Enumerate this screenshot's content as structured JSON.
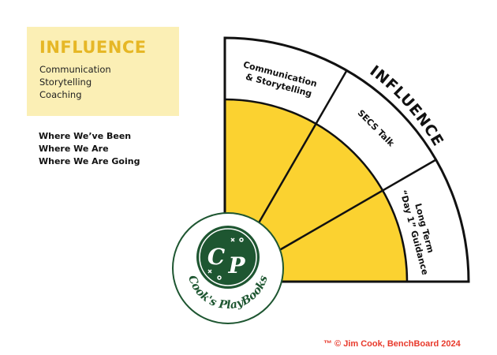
{
  "infobox": {
    "title": "INFLUENCE",
    "items": [
      "Communication",
      "Storytelling",
      "Coaching"
    ]
  },
  "timeline": [
    "Where We’ve Been",
    "Where We Are",
    "Where We Are Going"
  ],
  "diagram": {
    "arc_label": "INFLUENCE",
    "segments": [
      {
        "lines": [
          "Communication",
          "& Storytelling"
        ]
      },
      {
        "lines": [
          "SECS Talk"
        ]
      },
      {
        "lines": [
          "Long Term",
          "“Day 1” Guidance"
        ]
      }
    ],
    "fill_color": "#fbd230",
    "stroke_color": "#111111"
  },
  "logo": {
    "monogram": [
      "C",
      "P"
    ],
    "name": "Cook's PlayBooks",
    "color": "#1e5631"
  },
  "copyright": "™ © Jim Cook, BenchBoard 2024"
}
